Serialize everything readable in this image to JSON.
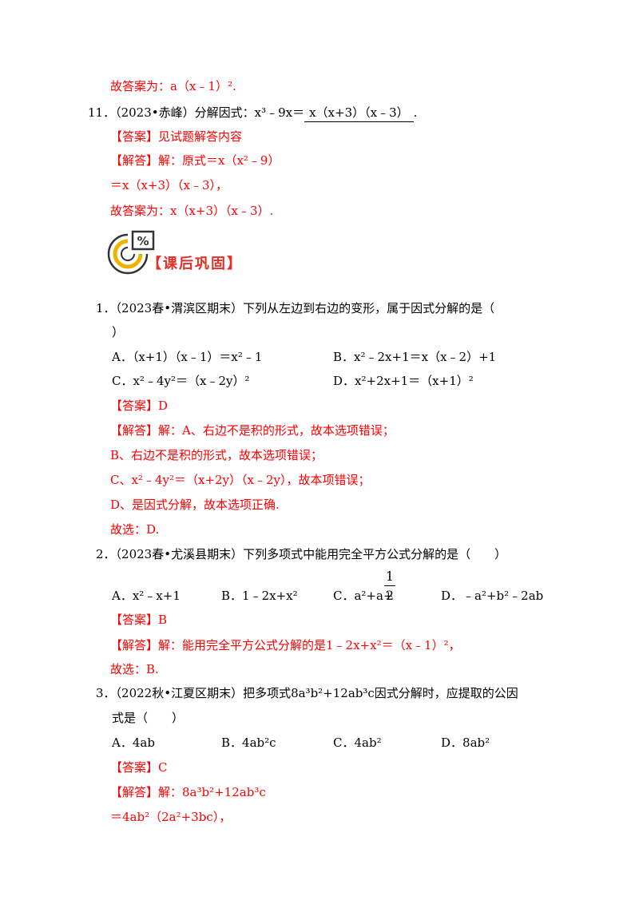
{
  "prev_answer": {
    "text": "故答案为：a（x﹣1）²."
  },
  "q11": {
    "stem": "11．（2023•赤峰）分解因式：x³﹣9x＝",
    "answer_blank": "x（x+3）（x﹣3）",
    "period": ".",
    "answer_line": "【答案】见试题解答内容",
    "solution_1": "【解答】解：原式＝x（x²﹣9）",
    "solution_2": "＝x（x+3）（x﹣3），",
    "solution_3": "故答案为：x（x+3）（x﹣3）."
  },
  "section_banner": {
    "title": "【课后巩固】",
    "icon": "pie-chart-percent-icon"
  },
  "q1": {
    "stem_1": "1．（2023春•渭滨区期末）下列从左边到右边的变形，属于因式分解的是（",
    "stem_2": "）",
    "opt_a": "A．（x+1）（x﹣1）＝x²﹣1",
    "opt_b": "B．x²﹣2x+1＝x（x﹣2）+1",
    "opt_c": "C．x²﹣4y²＝（x﹣2y）²",
    "opt_d": "D．x²+2x+1＝（x+1）²",
    "answer": "【答案】D",
    "sol_1": "【解答】解：A、右边不是积的形式，故本选项错误；",
    "sol_2": "B、右边不是积的形式，故本选项错误；",
    "sol_3": "C、x²﹣4y²＝（x+2y）（x﹣2y），故本项错误；",
    "sol_4": "D、是因式分解，故本选项正确.",
    "sol_5": "故选：D."
  },
  "q2": {
    "stem": "2．（2023春•尤溪县期末）下列多项式中能用完全平方公式分解的是（　　）",
    "opt_a": "A．x²﹣x+1",
    "opt_b": "B．1﹣2x+x²",
    "opt_c": "C．a²+a+",
    "opt_c_num": "1",
    "opt_c_den": "2",
    "opt_d": "D．﹣a²+b²﹣2ab",
    "answer": "【答案】B",
    "sol_1": "【解答】解：能用完全平方公式分解的是1﹣2x+x²＝（x﹣1）²，",
    "sol_2": "故选：B."
  },
  "q3": {
    "stem_1": "3．（2022秋•江夏区期末）把多项式8a³b²+12ab³c因式分解时，应提取的公因",
    "stem_2": "式是（　　）",
    "opt_a": "A．4ab",
    "opt_b": "B．4ab²c",
    "opt_c": "C．4ab²",
    "opt_d": "D．8ab²",
    "answer": "【答案】C",
    "sol_1": "【解答】解：8a³b²+12ab³c",
    "sol_2": "＝4ab²（2a²+3bc），"
  }
}
